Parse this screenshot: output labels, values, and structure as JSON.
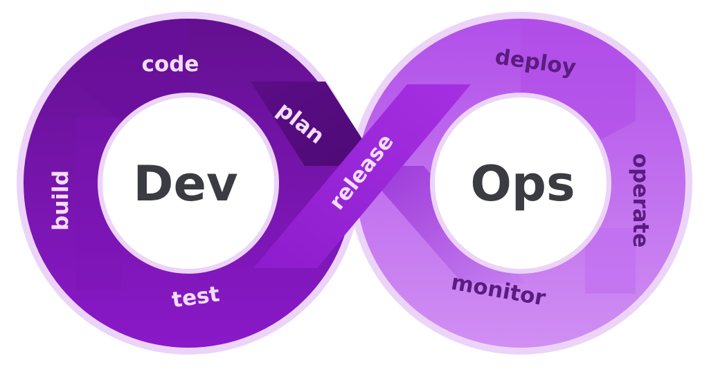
{
  "center": {
    "left": "Dev",
    "right": "Ops"
  },
  "stages": {
    "plan": "plan",
    "code": "code",
    "build": "build",
    "test": "test",
    "release": "release",
    "deploy": "deploy",
    "operate": "operate",
    "monitor": "monitor"
  },
  "colors": {
    "left_dark": "#5a0e86",
    "left_mid": "#7712b2",
    "left_light": "#8a18c8",
    "right_light": "#cd86f2",
    "right_mid": "#b257ec",
    "right_dark_text": "#5a1c80",
    "outline": "#ecd3f8",
    "center_text": "#3b3b42"
  }
}
